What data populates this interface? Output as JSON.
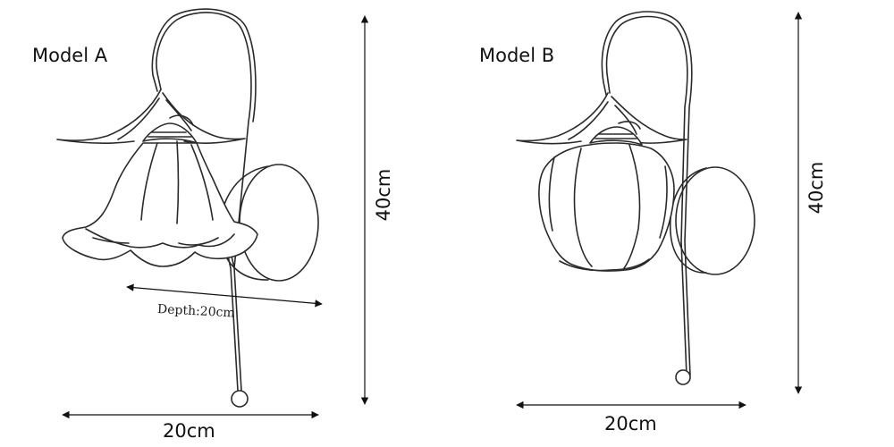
{
  "models": [
    {
      "name": "Model A",
      "width_label": "20cm",
      "height_label": "40cm",
      "depth_label": "Depth:20cm"
    },
    {
      "name": "Model B",
      "width_label": "20cm",
      "height_label": "40cm"
    }
  ],
  "colors": {
    "stroke": "#2a2a2a",
    "shade_fill": "#ffffff"
  }
}
